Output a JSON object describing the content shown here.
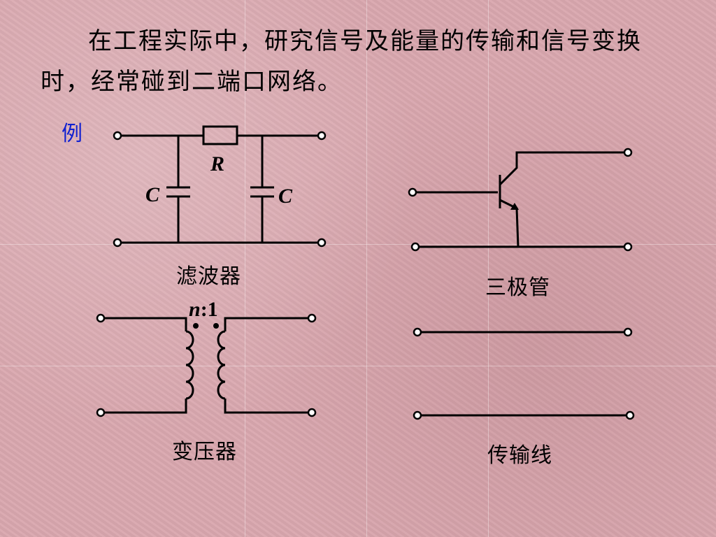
{
  "intro_text": "在工程实际中，研究信号及能量的传输和信号变换时，经常碰到二端口网络。",
  "example_label": "例",
  "captions": {
    "filter": "滤波器",
    "transistor": "三极管",
    "transformer": "变压器",
    "transmission_line": "传输线"
  },
  "filter_labels": {
    "resistor": "R",
    "capacitor_left": "C",
    "capacitor_right": "C"
  },
  "transformer_labels": {
    "n": "n",
    "ratio": ":1"
  }
}
